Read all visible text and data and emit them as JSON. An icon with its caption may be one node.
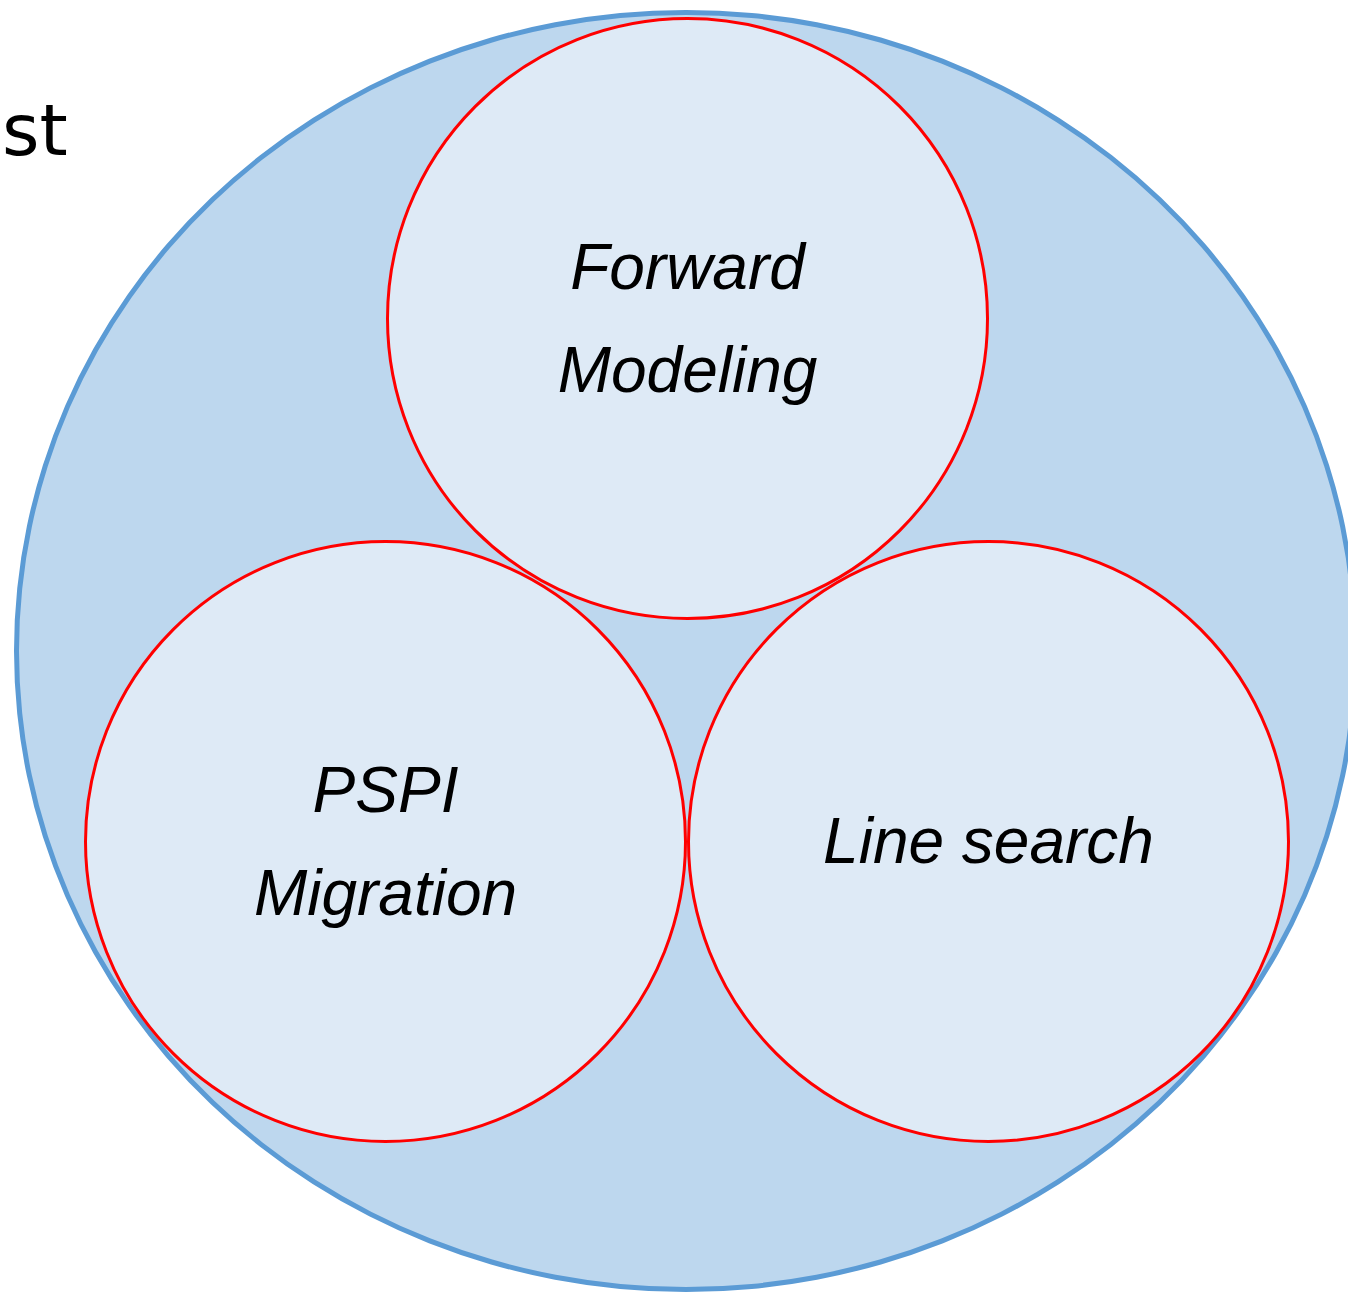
{
  "diagram": {
    "nodes": [
      {
        "text": [],
        "shape": "circle"
      },
      {
        "text": [
          "Forward Modeling"
        ],
        "in": 0
      },
      {
        "text": [
          "PSPI Migration"
        ],
        "in": 0
      },
      {
        "text": [
          "Line search"
        ],
        "in": 0
      }
    ],
    "labels": [
      "st"
    ]
  }
}
